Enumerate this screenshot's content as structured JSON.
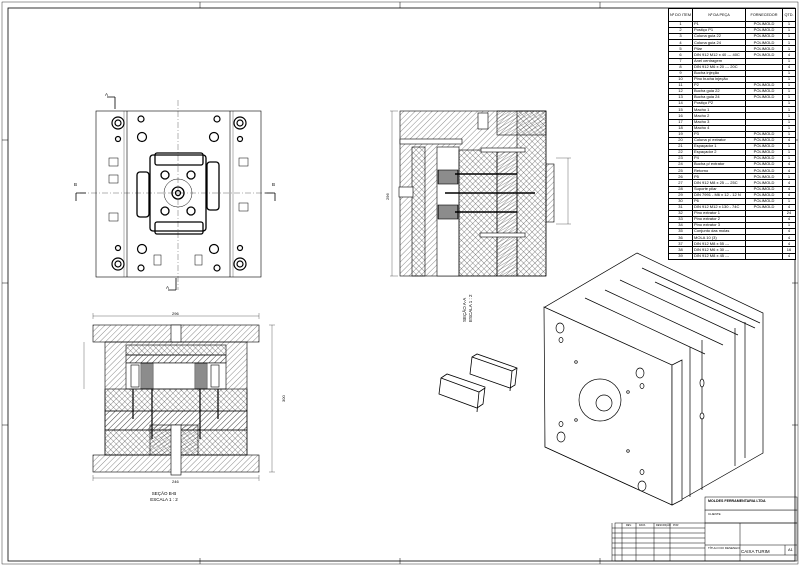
{
  "bom": {
    "headers": [
      "Nº DO ITEM",
      "Nº DA PEÇA",
      "FORNECEDOR",
      "QTD."
    ],
    "rows": [
      [
        "1",
        "P1",
        "POLIMOLD",
        "1"
      ],
      [
        "2",
        "Postiço P1",
        "POLIMOLD",
        "1"
      ],
      [
        "3",
        "Coluna guia 22",
        "POLIMOLD",
        "1"
      ],
      [
        "4",
        "Coluna guia 24",
        "POLIMOLD",
        "1"
      ],
      [
        "5",
        "Pilar",
        "POLIMOLD",
        "1"
      ],
      [
        "6",
        "DIN 912 M12 x 40 --- 40C",
        "POLIMOLD",
        "4"
      ],
      [
        "7",
        "Anel centragem",
        "",
        "1"
      ],
      [
        "8",
        "DIN 912 M6 x 20 --- 20C",
        "",
        "4"
      ],
      [
        "9",
        "Bucha injeção",
        "",
        "1"
      ],
      [
        "10",
        "Pino bucha injeção",
        "",
        "1"
      ],
      [
        "11",
        "P2",
        "POLIMOLD",
        "1"
      ],
      [
        "12",
        "Bucha guia 22",
        "POLIMOLD",
        "1"
      ],
      [
        "13",
        "Bucha guia 24",
        "POLIMOLD",
        "1"
      ],
      [
        "14",
        "Postiço P2",
        "",
        "1"
      ],
      [
        "15",
        "Macho 1",
        "",
        "1"
      ],
      [
        "16",
        "Macho 2",
        "",
        "1"
      ],
      [
        "17",
        "Macho 3",
        "",
        "1"
      ],
      [
        "18",
        "Macho 4",
        "",
        "1"
      ],
      [
        "19",
        "P3",
        "POLIMOLD",
        "1"
      ],
      [
        "20",
        "Coluna p/ extrator",
        "POLIMOLD",
        "4"
      ],
      [
        "21",
        "Espaçador 1",
        "POLIMOLD",
        "1"
      ],
      [
        "22",
        "Espaçador 2",
        "POLIMOLD",
        "1"
      ],
      [
        "23",
        "P4",
        "POLIMOLD",
        "1"
      ],
      [
        "24",
        "Bucha p/ extrator",
        "POLIMOLD",
        "4"
      ],
      [
        "25",
        "Retorno",
        "POLIMOLD",
        "4"
      ],
      [
        "26",
        "P5",
        "POLIMOLD",
        "1"
      ],
      [
        "27",
        "DIN 912 M8 x 25 --- 25C",
        "POLIMOLD",
        "4"
      ],
      [
        "28",
        "Suporte pilar",
        "POLIMOLD",
        "4"
      ],
      [
        "29",
        "DIN 7991 - M6 x 12 - 12 N",
        "POLIMOLD",
        "4"
      ],
      [
        "30",
        "P6",
        "POLIMOLD",
        "1"
      ],
      [
        "31",
        "DIN 912 M12 x 130 - 74C",
        "POLIMOLD",
        "4"
      ],
      [
        "32",
        "Pino extrator 1",
        "",
        "24"
      ],
      [
        "33",
        "Pino extrator 2",
        "",
        "4"
      ],
      [
        "34",
        "Pino extrator 3",
        "",
        "1"
      ],
      [
        "35",
        "Conjunto das molas",
        "",
        "4"
      ],
      [
        "36",
        "MOLA 10 (3)",
        "",
        "4"
      ],
      [
        "37",
        "DIN 912 M8 x 55 ---",
        "",
        "4"
      ],
      [
        "38",
        "DIN 912 M6 x 30 ---",
        "",
        "16"
      ],
      [
        "39",
        "DIN 912 M8 x 45 ---",
        "",
        "4"
      ]
    ]
  },
  "views": {
    "top_cut_a": "A",
    "top_cut_b": "B",
    "section_aa_title": "SEÇÃO A-A",
    "section_aa_scale": "ESCALA 1 : 2",
    "section_bb_title": "SEÇÃO B-B",
    "section_bb_scale": "ESCALA 1 : 2",
    "dim_width_top": "296",
    "dim_width_bottom": "246",
    "dim_height": "300",
    "dim_aa_height": "296"
  },
  "title_block": {
    "company": "MOLDES FERRAMENTARIA LTDA",
    "client_label": "CLIENTE",
    "drawing_title_label": "TÍTULO DO DESENHO",
    "title": "CAIXA TURIM",
    "sheet_size": "A1",
    "rev_headers": [
      "REV.",
      "DATA",
      "DESCRIÇÃO",
      "POR"
    ]
  },
  "colors": {
    "line": "#000000",
    "paper": "#ffffff"
  }
}
